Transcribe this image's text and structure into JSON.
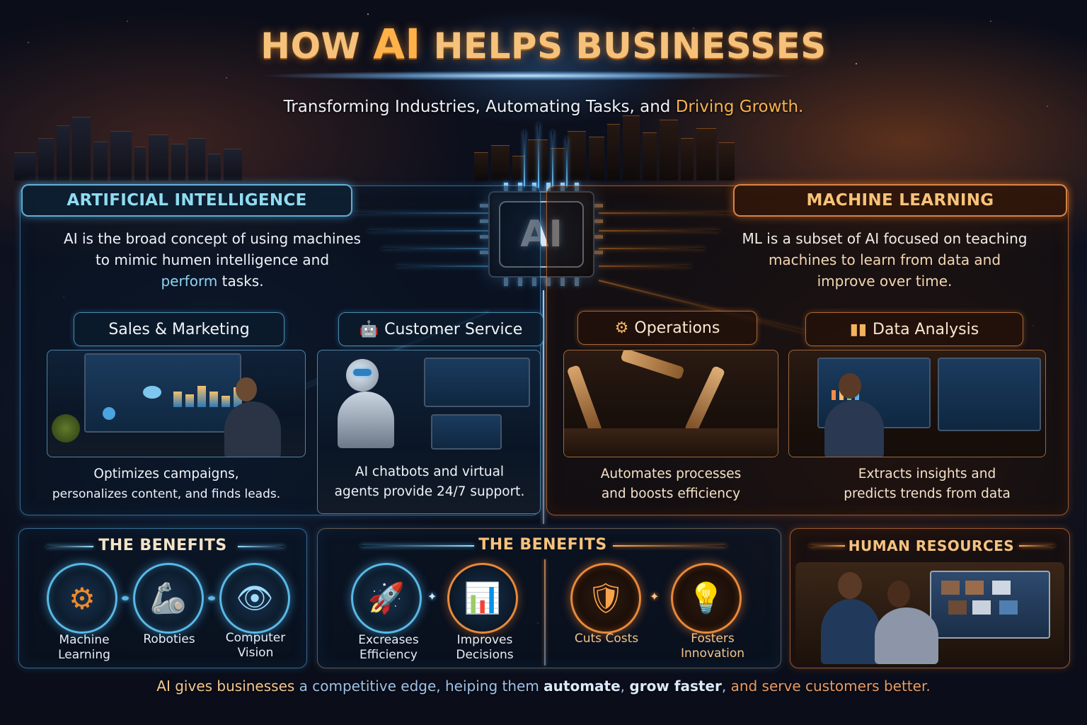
{
  "header": {
    "title_prefix": "HOW",
    "title_ai": "AI",
    "title_suffix": "HELPS BUSINESSES",
    "subtitle_main": "Transforming Industries, Automating Tasks, and",
    "subtitle_highlight": "Driving Growth."
  },
  "chip": {
    "label": "AI",
    "icon": "ai-chip-icon"
  },
  "definitions": {
    "ai": {
      "title": "ARTIFICIAL INTELLIGENCE",
      "line1": "AI is the broad concept of using machines",
      "line2": "to mimic humen intelligence and",
      "line3_accent": "perform",
      "line3_rest": " tasks."
    },
    "ml": {
      "title": "MACHINE LEARNING",
      "line1": "ML is a subset of AI focused on teaching",
      "line2": "machines to learn from data and",
      "line3": "improve over time."
    }
  },
  "categories": [
    {
      "title": "Sales & Marketing",
      "icon": "",
      "caption_line1": "Optimizes campaigns,",
      "caption_line2": "personalizes content, and finds leads.",
      "theme": "blue"
    },
    {
      "title": "Customer Service",
      "icon": "robot-headset-icon",
      "icon_glyph": "🤖",
      "caption_line1": "AI chatbots and virtual",
      "caption_line2": "agents provide 24/7 support.",
      "theme": "blue"
    },
    {
      "title": "Operations",
      "icon": "robot-arm-icon",
      "icon_glyph": "⚙",
      "caption_line1": "Automates processes",
      "caption_line2": "and boosts efficiency",
      "theme": "orange"
    },
    {
      "title": "Data Analysis",
      "icon": "bar-chart-icon",
      "icon_glyph": "▮▮",
      "caption_line1": "Extracts insights and",
      "caption_line2": "predicts trends from data",
      "theme": "orange"
    }
  ],
  "benefits_left": {
    "title": "THE BENEFITS",
    "items": [
      {
        "label_line1": "Machine",
        "label_line2": "Learning",
        "icon": "gear-brain-icon",
        "glyph": "⚙"
      },
      {
        "label_line1": "Roboties",
        "label_line2": "",
        "icon": "robot-arm-icon",
        "glyph": "🦾"
      },
      {
        "label_line1": "Computer",
        "label_line2": "Vision",
        "icon": "eye-icon",
        "glyph": "👁"
      }
    ]
  },
  "benefits_center": {
    "title": "THE BENEFITS",
    "items": [
      {
        "label_line1": "Excreases",
        "label_line2": "Efficiency",
        "icon": "rocket-icon",
        "glyph": "🚀"
      },
      {
        "label_line1": "Improves",
        "label_line2": "Decisions",
        "icon": "bar-chart-icon",
        "glyph": "📊"
      },
      {
        "label_line1": "Cuts Costs",
        "label_line2": "",
        "icon": "shield-lock-icon",
        "glyph": "🛡"
      },
      {
        "label_line1": "Fosters",
        "label_line2": "Innovation",
        "icon": "lightbulb-icon",
        "glyph": "💡"
      }
    ]
  },
  "human_resources": {
    "title": "HUMAN RESOURCES"
  },
  "footer": {
    "part1": "AI gives businesses",
    "part2": " a competitive edge, heiping them ",
    "part3": "automate",
    "part4": ", ",
    "part5": "grow faster",
    "part6": ", ",
    "part7": "and serve customers better."
  },
  "colors": {
    "accent_blue": "#5ec0ff",
    "accent_orange": "#ff9a3c",
    "title_gold": "#f6c27b",
    "background": "#0b0d18"
  }
}
